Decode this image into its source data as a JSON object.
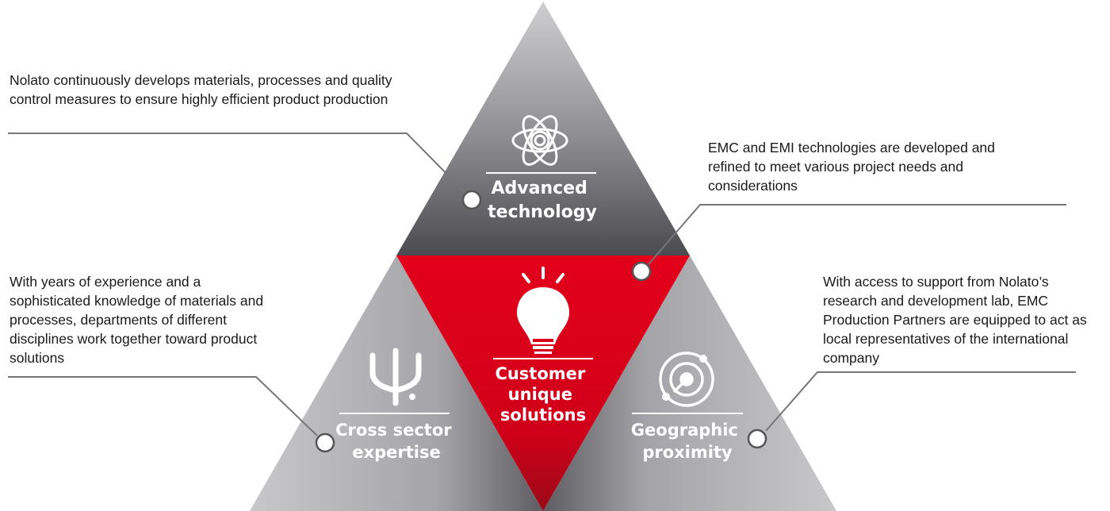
{
  "descriptions": {
    "advanced_technology": "Nolato continuously develops materials, processes and quality control measures to ensure highly efficient product production",
    "customer_unique": "EMC and EMI technologies are developed and refined to meet various project needs and considerations",
    "cross_sector": "With years of experience and a sophisticated knowledge of materials and processes, departments of different disciplines work together toward product solutions",
    "geographic": "With access to support from Nolato’s research and development lab, EMC Production Partners are equipped to act as local representatives of the international company"
  },
  "segments": {
    "advanced_technology": {
      "line1": "Advanced",
      "line2": "technology",
      "icon": "atom-icon"
    },
    "customer_unique": {
      "line1": "Customer",
      "line2": "unique",
      "line3": "solutions",
      "icon": "lightbulb-icon"
    },
    "cross_sector": {
      "line1": "Cross sector",
      "line2": "expertise",
      "icon": "fork-branch-icon"
    },
    "geographic": {
      "line1": "Geographic",
      "line2": "proximity",
      "icon": "orbit-target-icon"
    }
  },
  "colors": {
    "accent_red": "#e1001a",
    "grey_light": "#c2c2c4",
    "grey_dark": "#57565a",
    "connector": "#777777"
  }
}
